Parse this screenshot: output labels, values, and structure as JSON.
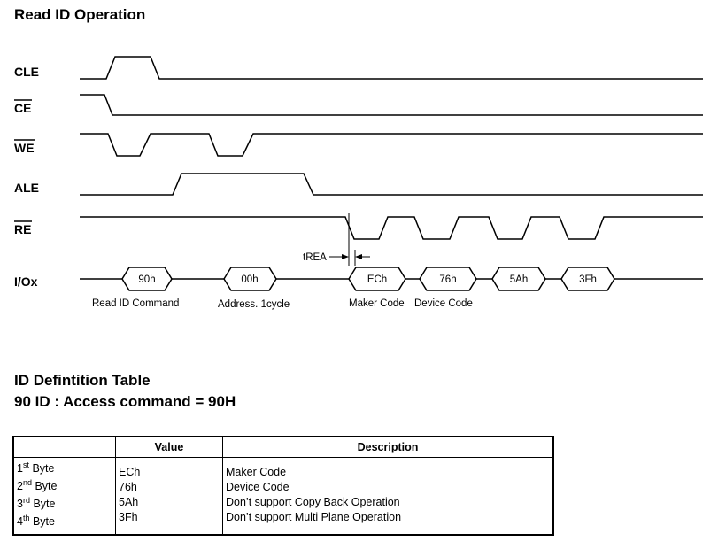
{
  "header": {
    "title": "Read ID Operation"
  },
  "signals": [
    {
      "name": "CLE",
      "overline": false
    },
    {
      "name": "CE",
      "overline": true
    },
    {
      "name": "WE",
      "overline": true
    },
    {
      "name": "ALE",
      "overline": false
    },
    {
      "name": "RE",
      "overline": true
    },
    {
      "name": "I/Ox",
      "overline": false
    }
  ],
  "io_data": [
    "90h",
    "00h",
    "ECh",
    "76h",
    "5Ah",
    "3Fh"
  ],
  "annotations": {
    "read_id_command": "Read ID Command",
    "address": "Address. 1cycle",
    "maker_code": "Maker Code",
    "device_code": "Device Code",
    "trea": "tREA"
  },
  "section2": {
    "title": "ID Defintition Table",
    "subtitle": "90 ID : Access command = 90H"
  },
  "table": {
    "headers": [
      "",
      "Value",
      "Description"
    ],
    "rows": [
      {
        "num": "1",
        "suffix": "st",
        "label": "Byte",
        "value": "ECh",
        "description": "Maker Code"
      },
      {
        "num": "2",
        "suffix": "nd",
        "label": "Byte",
        "value": "76h",
        "description": "Device Code"
      },
      {
        "num": "3",
        "suffix": "rd",
        "label": "Byte",
        "value": "5Ah",
        "description": "Don’t support Copy Back Operation"
      },
      {
        "num": "4",
        "suffix": "th",
        "label": "Byte",
        "value": "3Fh",
        "description": "Don’t support Multi Plane Operation"
      }
    ]
  }
}
